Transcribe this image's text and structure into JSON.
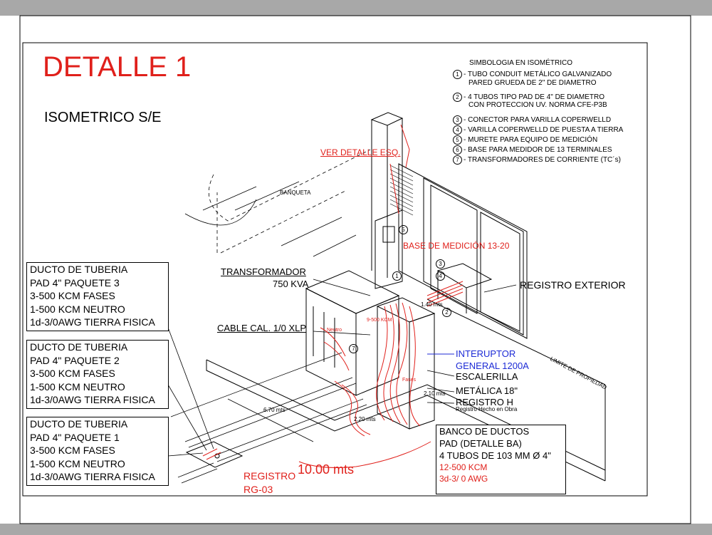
{
  "title": "DETALLE 1",
  "subtitle": "ISOMETRICO S/E",
  "legend": {
    "heading": "SIMBOLOGIA EN ISOMÉTRICO",
    "items": [
      {
        "num": "1",
        "text": "- TUBO CONDUIT METÁLICO GALVANIZADO"
      },
      {
        "num": "",
        "text": "PARED GRUEDA DE 2\" DE DIAMETRO"
      },
      {
        "num": "2",
        "text": "- 4 TUBOS TIPO PAD DE 4\" DE DIAMETRO"
      },
      {
        "num": "",
        "text": "CON PROTECCION UV. NORMA CFE-P3B"
      },
      {
        "num": "3",
        "text": "- CONECTOR PARA VARILLA COPERWELLD"
      },
      {
        "num": "4",
        "text": "- VARILLA COPERWELLD DE PUESTA A TIERRA"
      },
      {
        "num": "5",
        "text": "- MURETE PARA EQUIPO DE MEDICIÓN"
      },
      {
        "num": "6",
        "text": "- BASE PARA MEDIDOR DE 13 TERMINALES"
      },
      {
        "num": "7",
        "text": "- TRANSFORMADORES DE CORRIENTE (TC´s)"
      }
    ]
  },
  "ducts": [
    {
      "lines": [
        "DUCTO DE TUBERIA",
        "PAD 4\" PAQUETE 3",
        "3-500 KCM FASES",
        "1-500 KCM NEUTRO",
        "1d-3/0AWG TIERRA FISICA"
      ]
    },
    {
      "lines": [
        "DUCTO DE TUBERIA",
        "PAD 4\" PAQUETE 2",
        "3-500 KCM FASES",
        "1-500 KCM NEUTRO",
        "1d-3/0AWG TIERRA FISICA"
      ]
    },
    {
      "lines": [
        "DUCTO DE TUBERIA",
        "PAD 4\"  PAQUETE 1",
        "3-500 KCM FASES",
        "1-500 KCM NEUTRO",
        "1d-3/0AWG TIERRA FISICA"
      ]
    }
  ],
  "labels": {
    "ver_detalle": "VER DETALLE ESQ.",
    "base_medicion": "BASE DE MEDICIÓN 13-20",
    "transformador": "TRANSFORMADOR",
    "kva": "750 KVA",
    "cable": "CABLE CAL. 1/0 XLP",
    "registro_exterior": "REGISTRO EXTERIOR",
    "interruptor_1": "INTERUPTOR",
    "interruptor_2": "GENERAL 1200A",
    "escalerilla_1": "ESCALERILLA",
    "escalerilla_2": "METÁLICA 18\"",
    "registro_h": "REGISTRO H",
    "registro_h_sub": "Registro Hecho en Obra",
    "registro_rg": "REGISTRO",
    "rg_num": "RG-03",
    "ten_mts": "10.00 mts",
    "banqueta": "BANQUETA",
    "limite": "LIMITE DE PROPIEDAD",
    "dim_640": "6.70 mts",
    "dim_220": "2.20 mts",
    "dim_140": "1.40 mts",
    "dim_210": "2.10 mts",
    "neutro": "Neutro",
    "fases": "Fases",
    "cable_ref": "9-500 KCM"
  },
  "banco": {
    "lines_black": [
      "BANCO DE DUCTOS",
      "PAD (DETALLE BA)",
      "4 TUBOS DE 103 MM Ø 4\""
    ],
    "lines_red": [
      "12-500 KCM",
      "3d-3/ 0 AWG"
    ]
  },
  "colors": {
    "red": "#e0201b",
    "blue": "#1d2bd6",
    "band": "#a8a8a8"
  }
}
